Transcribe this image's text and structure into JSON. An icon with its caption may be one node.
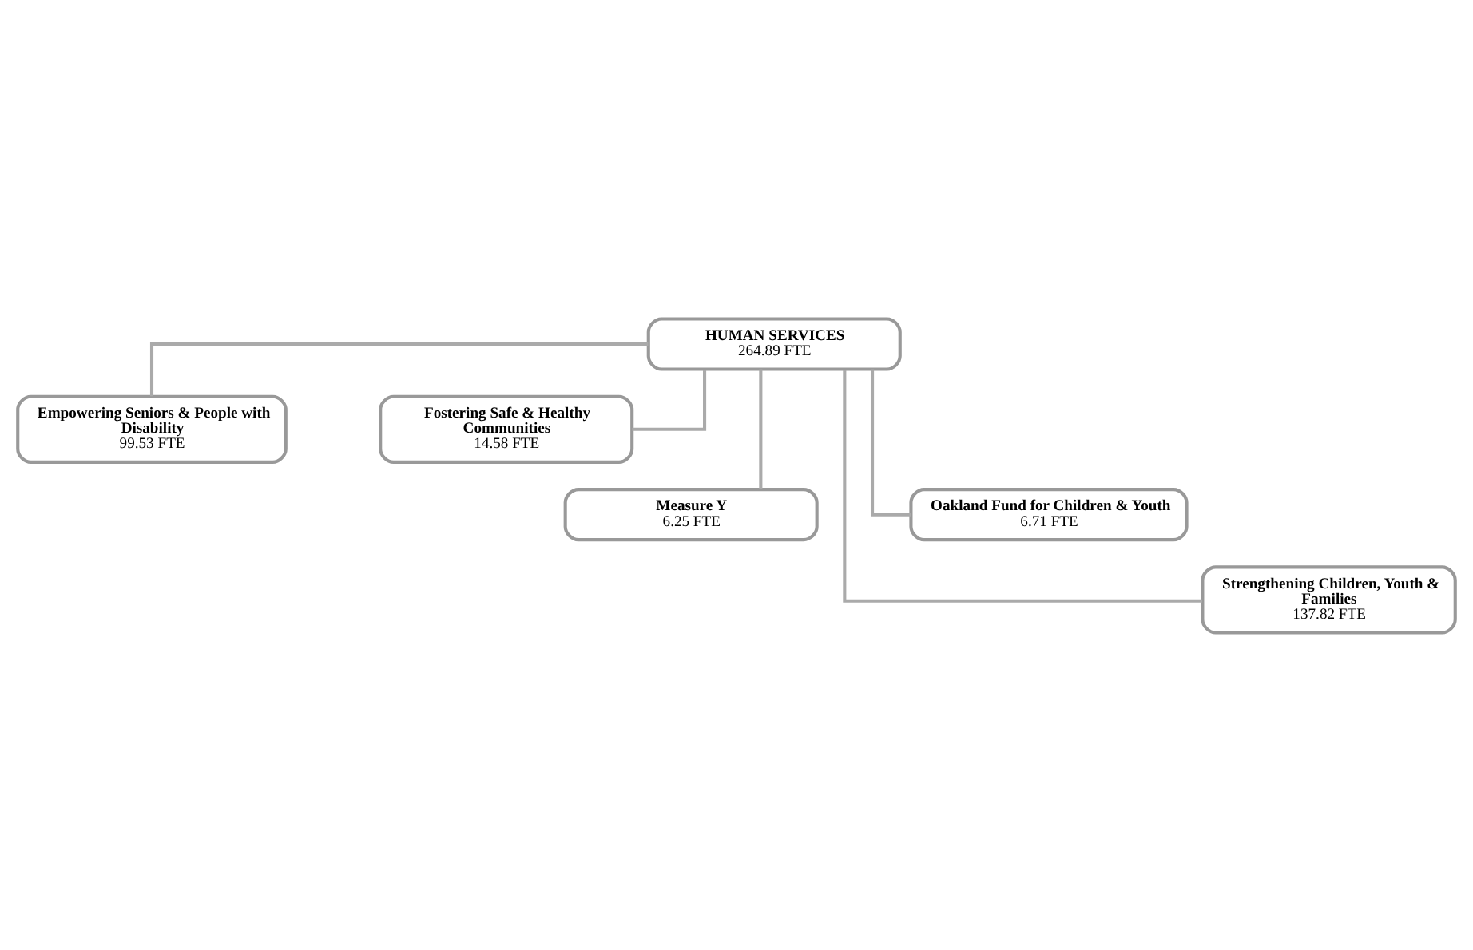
{
  "diagram": {
    "nodes": [
      {
        "text": [
          "HUMAN SERVICES",
          "264.89 FTE"
        ]
      },
      {
        "text": [
          "Empowering Seniors & People with Disability",
          "99.53 FTE"
        ]
      },
      {
        "text": [
          "Fostering Safe & Healthy Communities",
          "14.58 FTE"
        ]
      },
      {
        "text": [
          "Measure Y",
          "6.25 FTE"
        ]
      },
      {
        "text": [
          "Oakland Fund for Children & Youth",
          "6.71 FTE"
        ]
      },
      {
        "text": [
          "Strengthening Children, Youth & Families",
          "137.82 FTE"
        ]
      }
    ],
    "edges": [
      {
        "from": 0,
        "to": 1,
        "arrow": "none"
      },
      {
        "from": 0,
        "to": 2,
        "arrow": "none"
      },
      {
        "from": 0,
        "to": 3,
        "arrow": "none"
      },
      {
        "from": 0,
        "to": 4,
        "arrow": "none"
      },
      {
        "from": 0,
        "to": 5,
        "arrow": "none"
      }
    ]
  }
}
